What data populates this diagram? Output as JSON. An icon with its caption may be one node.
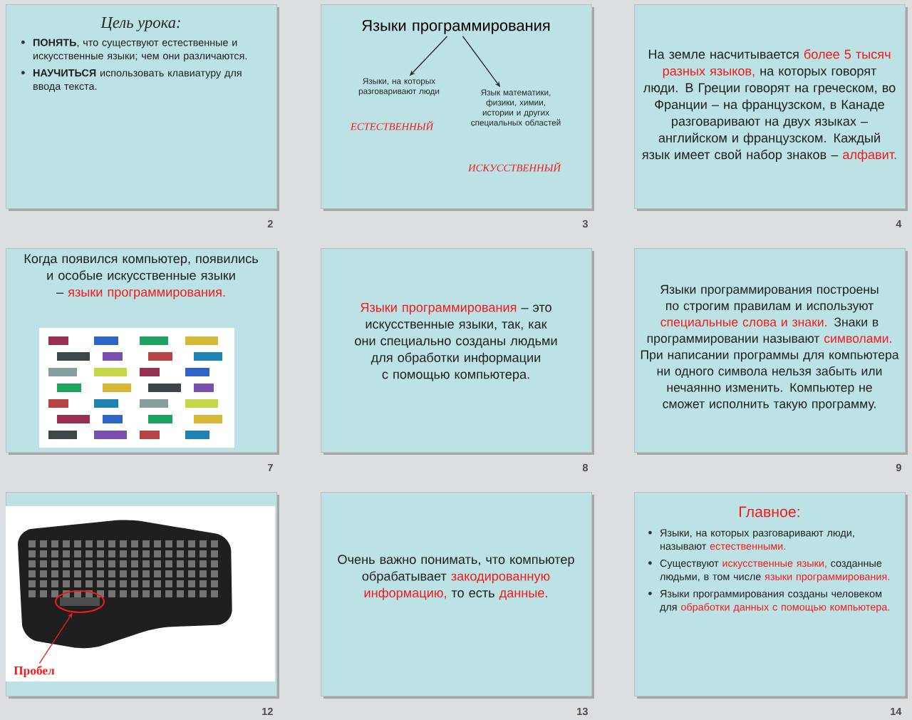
{
  "diagram": {
    "nodes": [
      {
        "text": [
          "Цель урока:",
          "**ПОНЯТЬ**, что существуют естественные и искусственные языки; чем они различаются.",
          "**НАУЧИТЬСЯ** использовать клавиатуру для ввода текста."
        ],
        "beside": [
          "2"
        ]
      },
      {
        "text": [
          "ЕСТЕСТВЕННЫЙ",
          "ИСКУССТВЕННЫЙ"
        ],
        "beside": [
          "3"
        ]
      },
      {
        "text": [
          "Языки программирования"
        ],
        "in": 1
      },
      {
        "text": [
          "Языки, на которых разговаривают люди"
        ],
        "in": 1
      },
      {
        "text": [
          "Язык математики, физики, химии, истории и других специальных областей"
        ],
        "in": 1
      },
      {
        "text": [
          "На земле насчитывается",
          "более 5 тысяч разных языков,",
          "на которых говорят люди. В Греции говорят на греческом, во Франции – на французском, в Канаде разговаривают на двух языках – английском и французском. Каждый язык имеет свой набор знаков –",
          "алфавит."
        ],
        "beside": [
          "4"
        ]
      },
      {
        "text": [
          "Когда появился компьютер, появились и особые искусственные языки –",
          "языки программирования."
        ],
        "beside": [
          "7"
        ]
      },
      {
        "text": [],
        "shape": "picture",
        "in": 6
      },
      {
        "text": [
          "Языки программирования",
          "– это искусственные языки, так, как они специально созданы людьми для обработки информации с помощью компьютера."
        ],
        "beside": [
          "8"
        ]
      },
      {
        "text": [
          "Языки программирования построены по строгим правилам и используют",
          "специальные слова и знаки.",
          "Знаки в программировании называют",
          "символами.",
          "При написании программы для компьютера ни одного символа нельзя забыть или нечаянно изменить. Компьютер не сможет исполнить такую программу."
        ],
        "beside": [
          "9"
        ]
      },
      {
        "text": [],
        "shape": "box",
        "beside": [
          "12"
        ]
      },
      {
        "text": [],
        "shape": "picture",
        "in": 10
      },
      {
        "text": [],
        "shape": "ellipse",
        "in": 11
      },
      {
        "text": [
          "Пробел"
        ],
        "in": 10
      },
      {
        "text": [
          "Очень важно понимать, что компьютер обрабатывает",
          "закодированную информацию,",
          "то есть",
          "данные."
        ],
        "beside": [
          "13"
        ]
      },
      {
        "text": [
          "Главное:",
          "Языки, на которых разговаривают люди, называют",
          "естественными.",
          "Существуют",
          "искусственные языки,",
          "созданные людьми, в том числе",
          "языки программирования.",
          "Языки программирования созданы человеком для",
          "обработки данных с помощью компьютера."
        ],
        "beside": [
          "14"
        ]
      }
    ],
    "edges": [
      {
        "from": 2,
        "to": 3,
        "arrow": "to"
      },
      {
        "from": 2,
        "to": 4,
        "arrow": "to"
      },
      {
        "from": 13,
        "to": 12,
        "arrow": "to",
        "color": "#ff0000"
      }
    ]
  }
}
